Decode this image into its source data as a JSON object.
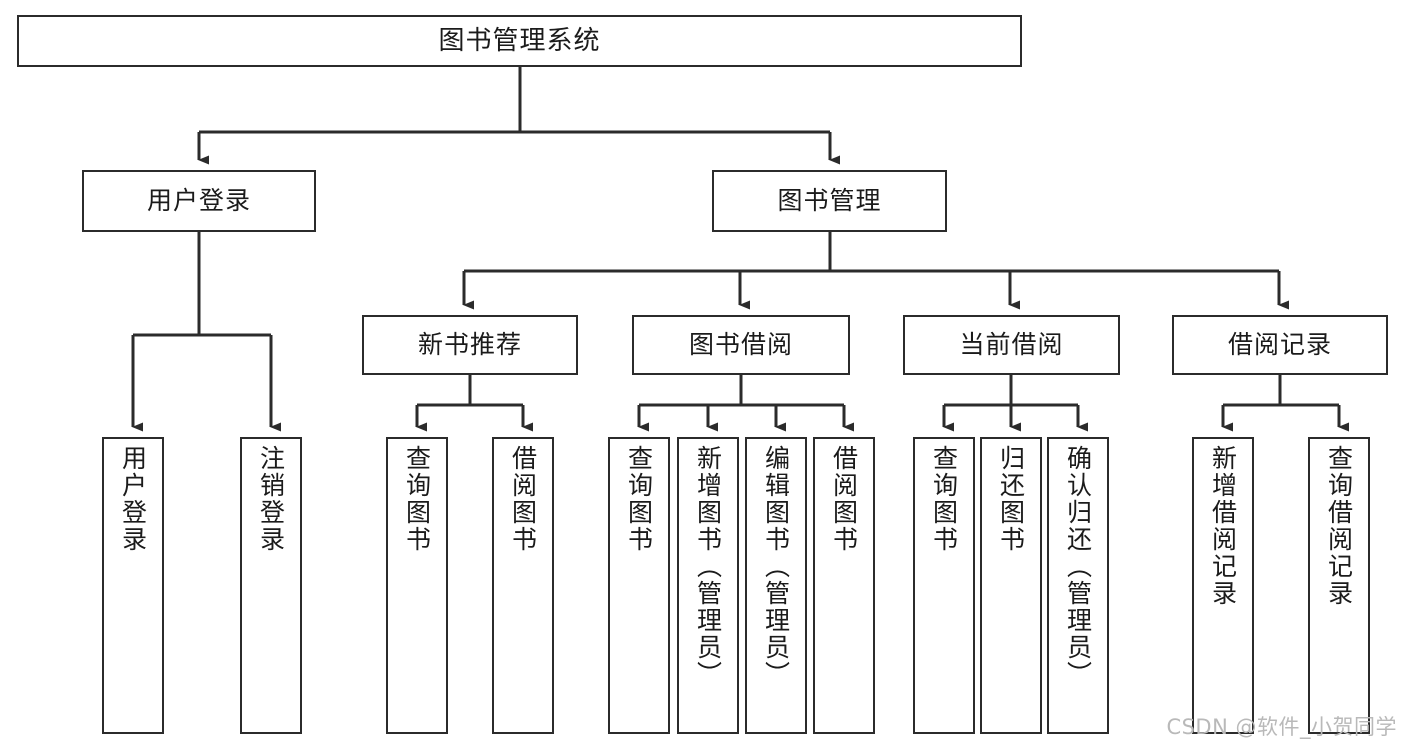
{
  "diagram": {
    "title": "图书管理系统",
    "watermark": "CSDN @软件_小贺同学",
    "style": {
      "background": "#ffffff",
      "border_color": "#2b2b2b",
      "text_color": "#1b1b1b",
      "watermark_color": "#b9b9b9"
    }
  },
  "chart_data": {
    "type": "tree",
    "title": "图书管理系统",
    "orientation": "top-down",
    "nodes": {
      "root": {
        "label": "图书管理系统"
      },
      "level2": [
        {
          "label": "用户登录"
        },
        {
          "label": "图书管理"
        }
      ],
      "level3": [
        {
          "label": "新书推荐"
        },
        {
          "label": "图书借阅"
        },
        {
          "label": "当前借阅"
        },
        {
          "label": "借阅记录"
        }
      ],
      "leaves": {
        "user_login": [
          {
            "label": "用户登录"
          },
          {
            "label": "注销登录"
          }
        ],
        "new_book_recommend": [
          {
            "label": "查询图书"
          },
          {
            "label": "借阅图书"
          }
        ],
        "book_borrow": [
          {
            "label": "查询图书"
          },
          {
            "label": "新增图书（管理员）"
          },
          {
            "label": "编辑图书（管理员）"
          },
          {
            "label": "借阅图书"
          }
        ],
        "current_borrow": [
          {
            "label": "查询图书"
          },
          {
            "label": "归还图书"
          },
          {
            "label": "确认归还（管理员）"
          }
        ],
        "borrow_record": [
          {
            "label": "新增借阅记录"
          },
          {
            "label": "查询借阅记录"
          }
        ]
      }
    }
  }
}
